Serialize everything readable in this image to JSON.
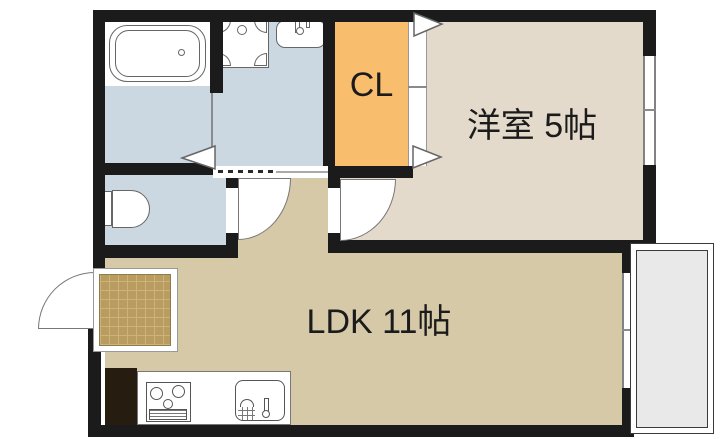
{
  "rooms": {
    "closet": {
      "label": "CL"
    },
    "western_room": {
      "label": "洋室 5帖"
    },
    "ldk": {
      "label": "LDK 11帖"
    }
  },
  "fixtures": [
    "bathtub",
    "washer-pan",
    "wash-basin",
    "toilet",
    "gas-stove",
    "kitchen-sink",
    "entry-mat",
    "balcony"
  ],
  "colors": {
    "wall": "#1b1b1b",
    "wet_floor": "#cbd8e1",
    "closet": "#f9be6d",
    "western_room_floor": "#e4dacb",
    "ldk_floor": "#d6c9a7",
    "genkan_mat": "#b99c60",
    "genkan_grid_line": "#cdb27b",
    "dark_alcove": "#261d10",
    "balcony": "#e9e9e9",
    "outline": "#666666"
  }
}
